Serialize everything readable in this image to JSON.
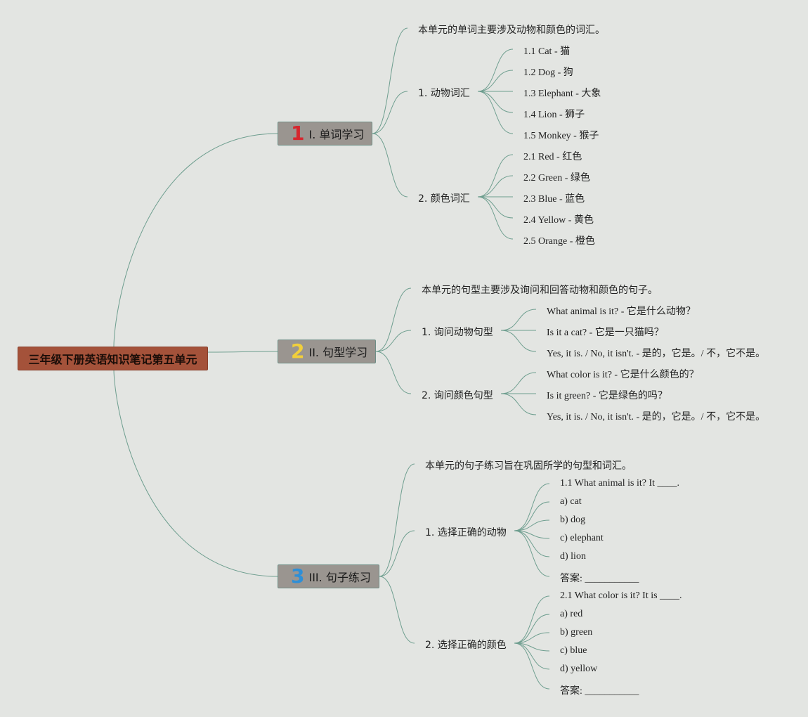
{
  "root": {
    "title": "三年级下册英语知识笔记第五单元"
  },
  "branches": [
    {
      "number": "1",
      "number_color": "#d6262e",
      "title": "I. 单词学习",
      "intro": "本单元的单词主要涉及动物和颜色的词汇。",
      "groups": [
        {
          "title": "1. 动物词汇",
          "items": [
            "1.1 Cat - 猫",
            "1.2 Dog - 狗",
            "1.3 Elephant - 大象",
            "1.4 Lion - 狮子",
            "1.5 Monkey - 猴子"
          ]
        },
        {
          "title": "2. 颜色词汇",
          "items": [
            "2.1 Red - 红色",
            "2.2 Green - 绿色",
            "2.3 Blue - 蓝色",
            "2.4 Yellow - 黄色",
            "2.5 Orange - 橙色"
          ]
        }
      ]
    },
    {
      "number": "2",
      "number_color": "#f1cf3b",
      "title": "II. 句型学习",
      "intro": "本单元的句型主要涉及询问和回答动物和颜色的句子。",
      "groups": [
        {
          "title": "1. 询问动物句型",
          "items": [
            "What animal is it? - 它是什么动物？",
            "Is it a cat? - 它是一只猫吗？",
            "Yes, it is. / No, it isn't. - 是的，它是。/ 不，它不是。"
          ]
        },
        {
          "title": "2. 询问颜色句型",
          "items": [
            "What color is it? - 它是什么颜色的？",
            "Is it green? - 它是绿色的吗？",
            "Yes, it is. / No, it isn't. - 是的，它是。/ 不，它不是。"
          ]
        }
      ]
    },
    {
      "number": "3",
      "number_color": "#2f8fd6",
      "title": "III. 句子练习",
      "intro": "本单元的句子练习旨在巩固所学的句型和词汇。",
      "groups": [
        {
          "title": "1. 选择正确的动物",
          "items": [
            "1.1 What animal is it? It ____.",
            "a) cat",
            "b) dog",
            "c) elephant",
            "d) lion",
            "答案: ___________"
          ]
        },
        {
          "title": "2. 选择正确的颜色",
          "items": [
            "2.1 What color is it? It is ____.",
            "a) red",
            "b) green",
            "c) blue",
            "d) yellow",
            "答案: ___________"
          ]
        }
      ]
    }
  ],
  "colors": {
    "line": "#6e9e8f",
    "root_fill": "#a4523a",
    "branch_fill": "#9a9590",
    "background": "#e3e5e2"
  }
}
